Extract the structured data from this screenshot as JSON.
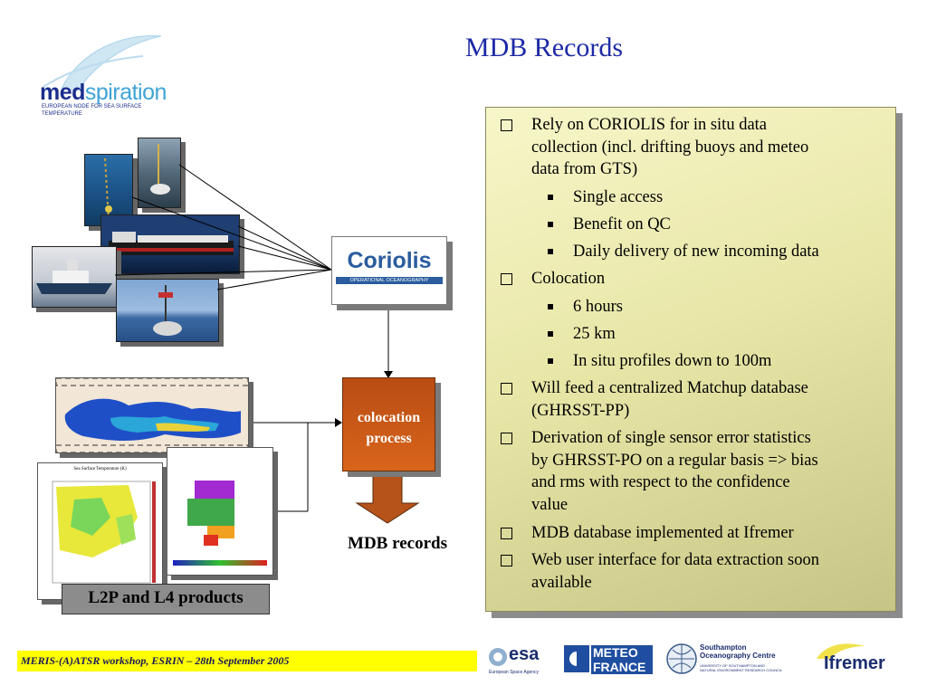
{
  "slide": {
    "title": "MDB Records"
  },
  "logo": {
    "name_part1": "med",
    "name_part2": "spiration",
    "subtitle": "EUROPEAN NODE FOR SEA SURFACE TEMPERATURE"
  },
  "panel": {
    "items": [
      {
        "level": 1,
        "lines": [
          "Rely on CORIOLIS for in situ data",
          "collection (incl. drifting buoys and meteo",
          "data from GTS)"
        ]
      },
      {
        "level": 2,
        "lines": [
          "Single access"
        ]
      },
      {
        "level": 2,
        "lines": [
          "Benefit on QC"
        ]
      },
      {
        "level": 2,
        "lines": [
          "Daily delivery of new incoming data"
        ]
      },
      {
        "level": 1,
        "lines": [
          "Colocation"
        ]
      },
      {
        "level": 2,
        "lines": [
          "6 hours"
        ]
      },
      {
        "level": 2,
        "lines": [
          "25 km"
        ]
      },
      {
        "level": 2,
        "lines": [
          "In situ profiles down to 100m"
        ]
      },
      {
        "level": 1,
        "lines": [
          "Will feed a centralized Matchup database",
          "(GHRSST-PP)"
        ]
      },
      {
        "level": 1,
        "lines": [
          "Derivation of single sensor error statistics",
          "by GHRSST-PO on a regular basis => bias",
          "and rms with respect to the confidence",
          "value"
        ]
      },
      {
        "level": 1,
        "lines": [
          "MDB database implemented at Ifremer"
        ]
      },
      {
        "level": 1,
        "lines": [
          "Web user interface for data extraction soon",
          "available"
        ]
      }
    ]
  },
  "diagram": {
    "coriolis_label": "Coriolis",
    "coriolis_sub": "OPERATIONAL OCEANOGRAPHY",
    "coloc_line1": "colocation",
    "coloc_line2": "process",
    "mdb_records": "MDB records",
    "products_label": "L2P and L4 products",
    "map_title": "Sea Surface Temperature (K)"
  },
  "footer": {
    "text": "MERIS-(A)ATSR workshop, ESRIN – 28th September 2005",
    "esa": "esa",
    "esa_sub": "European Space Agency",
    "meteo1": "METEO",
    "meteo2": "FRANCE",
    "soton1": "Southampton",
    "soton2": "Oceanography Centre",
    "soton3": "UNIVERSITY OF SOUTHAMPTON AND",
    "soton4": "NATURAL ENVIRONMENT RESEARCH COUNCIL",
    "ifremer": "Ifremer"
  },
  "colors": {
    "title": "#1d2aa6",
    "panel_bg": "#e8e7a8",
    "coloc_bg": "#c95a17",
    "footer_bar": "#ffff00"
  }
}
